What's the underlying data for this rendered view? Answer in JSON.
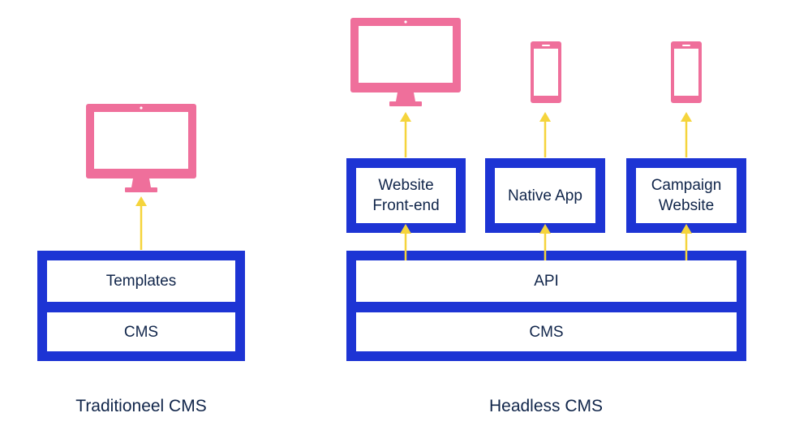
{
  "colors": {
    "device": "#ef6f9b",
    "frame": "#1d34d4",
    "arrow": "#f5d43c",
    "text": "#10254a"
  },
  "traditional": {
    "templates_label": "Templates",
    "cms_label": "CMS",
    "caption": "Traditioneel CMS"
  },
  "headless": {
    "frontend_line1": "Website",
    "frontend_line2": "Front-end",
    "native_app_label": "Native App",
    "campaign_line1": "Campaign",
    "campaign_line2": "Website",
    "api_label": "API",
    "cms_label": "CMS",
    "caption": "Headless CMS"
  },
  "icons": [
    "monitor-icon",
    "smartphone-icon"
  ]
}
